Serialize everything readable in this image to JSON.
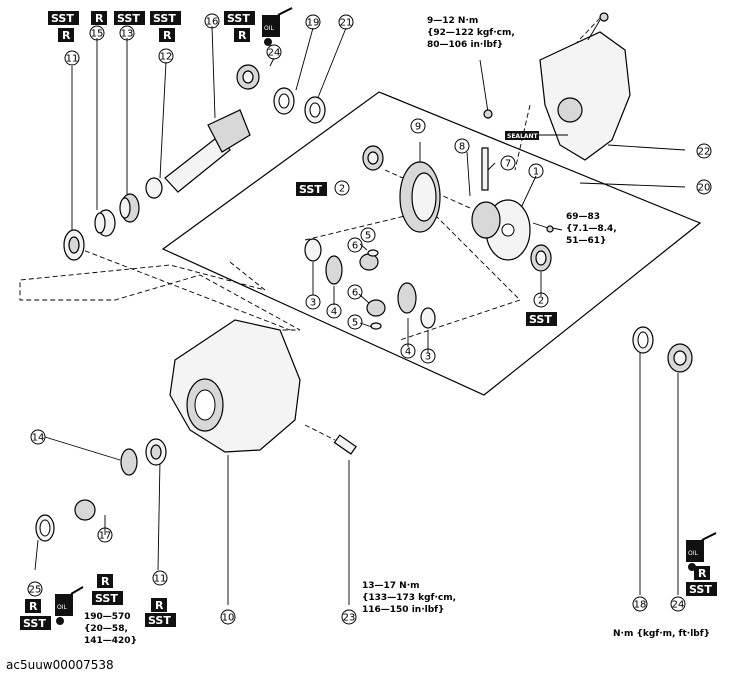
{
  "badges": {
    "sst": "SST",
    "r": "R",
    "oil": "OIL",
    "sealant": "SEALANT"
  },
  "callouts": {
    "n1": "1",
    "n2": "2",
    "n3": "3",
    "n4": "4",
    "n5": "5",
    "n6": "6",
    "n7": "7",
    "n8": "8",
    "n9": "9",
    "n10": "10",
    "n11": "11",
    "n12": "12",
    "n13": "13",
    "n14": "14",
    "n15": "15",
    "n16": "16",
    "n17": "17",
    "n18": "18",
    "n19": "19",
    "n20": "20",
    "n21": "21",
    "n22": "22",
    "n23": "23",
    "n24": "24",
    "n25": "25"
  },
  "torque": {
    "t22": [
      "9—12 N·m",
      "{92—122 kgf·cm,",
      "80—106 in·lbf}"
    ],
    "t1": [
      "69—83",
      "{7.1—8.4,",
      "51—61}"
    ],
    "t17": [
      "190—570",
      "{20—58,",
      "141—420}"
    ],
    "t23": [
      "13—17 N·m",
      "{133—173 kgf·cm,",
      "116—150 in·lbf}"
    ]
  },
  "units_note": "N·m {kgf·m, ft·lbf}",
  "image_code": "ac5uuw00007538"
}
